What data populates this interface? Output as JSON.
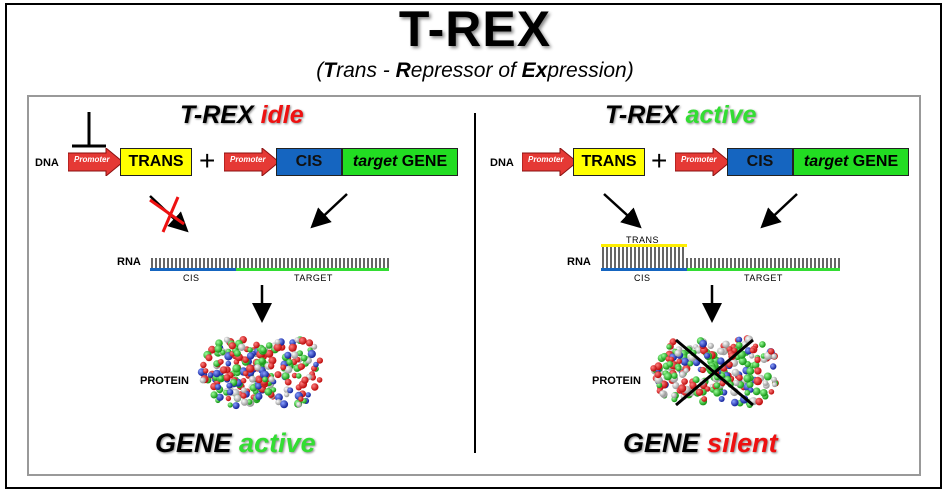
{
  "title": "T-REX",
  "subtitle": {
    "p1": "(",
    "b1": "T",
    "p2": "rans - ",
    "b2": "R",
    "p3": "epressor of ",
    "b3": "Ex",
    "p4": "pression)"
  },
  "left": {
    "heading_a": "T-REX",
    "heading_b": "idle",
    "dna_label": "DNA",
    "promoter_label": "Promoter",
    "trans_label": "TRANS",
    "plus": "+",
    "cis_label": "CIS",
    "target_gene_italic": "target",
    "target_gene_rest": " GENE",
    "rna_label": "RNA",
    "rna_cis": "CIS",
    "rna_target": "TARGET",
    "protein_label": "PROTEIN",
    "footer_a": "GENE",
    "footer_b": "active"
  },
  "right": {
    "heading_a": "T-REX",
    "heading_b": "active",
    "dna_label": "DNA",
    "promoter_label": "Promoter",
    "trans_label": "TRANS",
    "plus": "+",
    "cis_label": "CIS",
    "target_gene_italic": "target",
    "target_gene_rest": " GENE",
    "rna_label": "RNA",
    "rna_trans": "TRANS",
    "rna_cis": "CIS",
    "rna_target": "TARGET",
    "protein_label": "PROTEIN",
    "footer_a": "GENE",
    "footer_b": "silent"
  },
  "colors": {
    "red": "#ee1111",
    "green": "#33dd33",
    "yellow": "#ffff00",
    "blue": "#1565c0",
    "promoter": "#e53935"
  }
}
